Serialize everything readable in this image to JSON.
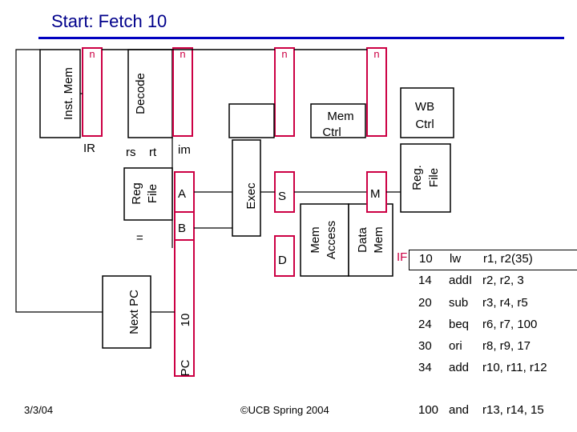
{
  "slide": {
    "title": "Start: Fetch 10",
    "date": "3/3/04",
    "copyright": "©UCB Spring 2004"
  },
  "colors": {
    "title": "#00008b",
    "rule": "#0000c0",
    "pipeline_register": "#cc0044",
    "register_fill": "#ffffff",
    "mux_marker": "#cc0044"
  },
  "pipeline_registers": [
    {
      "id": "if-id",
      "label": "n"
    },
    {
      "id": "id-ex",
      "label": "n"
    },
    {
      "id": "ex-mem",
      "label": "n"
    },
    {
      "id": "mem-wb",
      "label": "n"
    }
  ],
  "blocks": {
    "inst_mem": "Inst. Mem",
    "decode": "Decode",
    "ir": "IR",
    "rs": "rs",
    "rt": "rt",
    "im": "im",
    "reg_file": "Reg File",
    "a": "A",
    "b": "B",
    "equals": "=",
    "exec": "Exec",
    "s": "S",
    "d": "D",
    "mem_ctrl": "Mem Ctrl",
    "mem_access": "Mem Access",
    "data_mem": "Data Mem",
    "m": "M",
    "wb_ctrl": "WB Ctrl",
    "reg_file_wb": "Reg. File",
    "next_pc": "Next PC",
    "pc": "PC",
    "pc_value": "10"
  },
  "stage_marker": "IF",
  "program": [
    {
      "addr": "10",
      "op": "lw",
      "args": "r1, r2(35)",
      "active": true
    },
    {
      "addr": "14",
      "op": "addI",
      "args": "r2, r2, 3",
      "active": false
    },
    {
      "addr": "20",
      "op": "sub",
      "args": "r3, r4, r5",
      "active": false
    },
    {
      "addr": "24",
      "op": "beq",
      "args": "r6, r7, 100",
      "active": false
    },
    {
      "addr": "30",
      "op": "ori",
      "args": "r8, r9, 17",
      "active": false
    },
    {
      "addr": "34",
      "op": "add",
      "args": "r10, r11, r12",
      "active": false
    },
    {
      "addr": "100",
      "op": "and",
      "args": "r13, r14, 15",
      "active": false
    }
  ]
}
